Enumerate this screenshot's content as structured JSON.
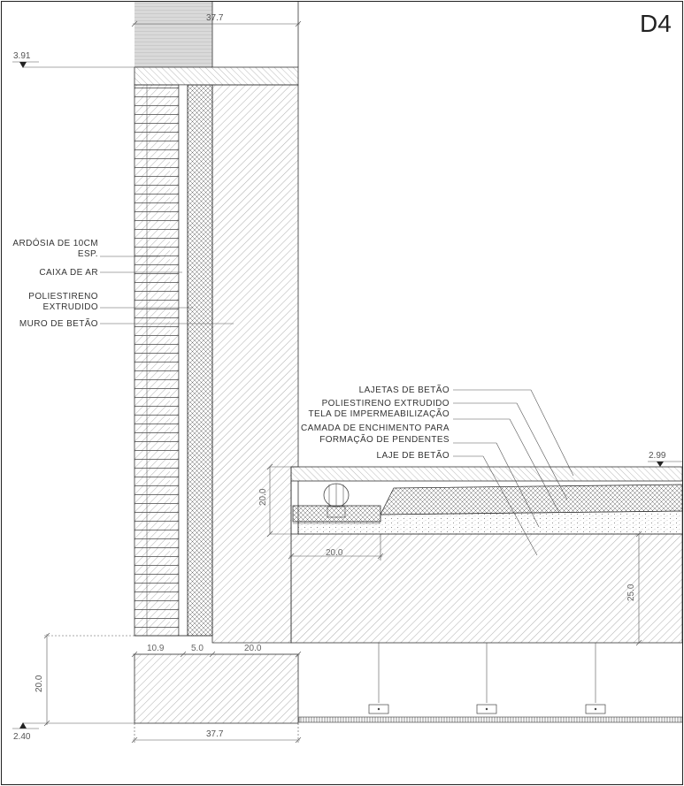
{
  "sheet": {
    "tag": "D4"
  },
  "levels": {
    "top": "3.91",
    "roof": "2.99",
    "bottom": "2.40"
  },
  "dimensions": {
    "wall_top_width": "37.7",
    "wall_bottom_width": "37.7",
    "footing_height": "20.0",
    "slate": "10.9",
    "insulation": "5.0",
    "concrete": "20.0",
    "slab_thickness": "25.0",
    "parapet_height": "20.0",
    "parapet_width": "20.0"
  },
  "wall_labels": [
    {
      "lines": [
        "ARDÓSIA DE 10CM",
        "ESP."
      ]
    },
    {
      "lines": [
        "CAIXA DE AR"
      ]
    },
    {
      "lines": [
        "POLIESTIRENO",
        "EXTRUDIDO"
      ]
    },
    {
      "lines": [
        "MURO DE BETÃO"
      ]
    }
  ],
  "roof_labels": [
    {
      "lines": [
        "LAJETAS DE BETÃO"
      ]
    },
    {
      "lines": [
        "POLIESTIRENO EXTRUDIDO"
      ]
    },
    {
      "lines": [
        "TELA DE IMPERMEABILIZAÇÃO"
      ]
    },
    {
      "lines": [
        "CAMADA DE ENCHIMENTO PARA",
        "FORMAÇÃO DE PENDENTES"
      ]
    },
    {
      "lines": [
        "LAJE DE BETÃO"
      ]
    }
  ],
  "colors": {
    "line": "#333333",
    "hatch": "#777777",
    "wall_top_fill": "#d9d9d9"
  }
}
